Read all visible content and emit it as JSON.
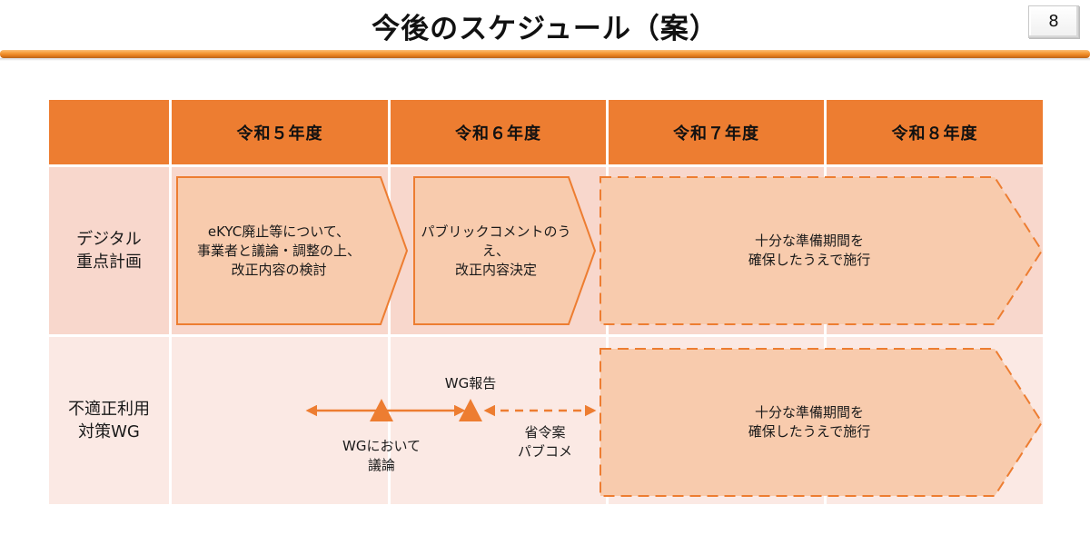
{
  "header": {
    "title": "今後のスケジュール（案）",
    "page_number": "8"
  },
  "colors": {
    "accent": "#ed7d31",
    "row1_bg": "#f8d7cc",
    "row2_bg": "#fbe9e4",
    "box_fill": "#f8cbad",
    "text": "#1a1a1a"
  },
  "table": {
    "corner_label": "",
    "columns": [
      "令和５年度",
      "令和６年度",
      "令和７年度",
      "令和８年度"
    ],
    "rows": [
      {
        "label_line1": "デジタル",
        "label_line2": "重点計画"
      },
      {
        "label_line1": "不適正利用",
        "label_line2": "対策WG"
      }
    ]
  },
  "row1_steps": [
    {
      "line1": "eKYC廃止等について、",
      "line2": "事業者と議論・調整の上、",
      "line3": "改正内容の検討",
      "style": "solid"
    },
    {
      "line1": "パブリックコメントのうえ、",
      "line2": "改正内容決定",
      "style": "solid"
    },
    {
      "line1": "十分な準備期間を",
      "line2": "確保したうえで施行",
      "style": "dashed"
    }
  ],
  "row2": {
    "milestones": [
      {
        "label_line1": "WGにおいて",
        "label_line2": "議論",
        "position": "below"
      },
      {
        "label_line1": "WG報告",
        "position": "above"
      }
    ],
    "dashed_arrow_label_line1": "省令案",
    "dashed_arrow_label_line2": "パブコメ",
    "final_step": {
      "line1": "十分な準備期間を",
      "line2": "確保したうえで施行",
      "style": "dashed"
    }
  }
}
